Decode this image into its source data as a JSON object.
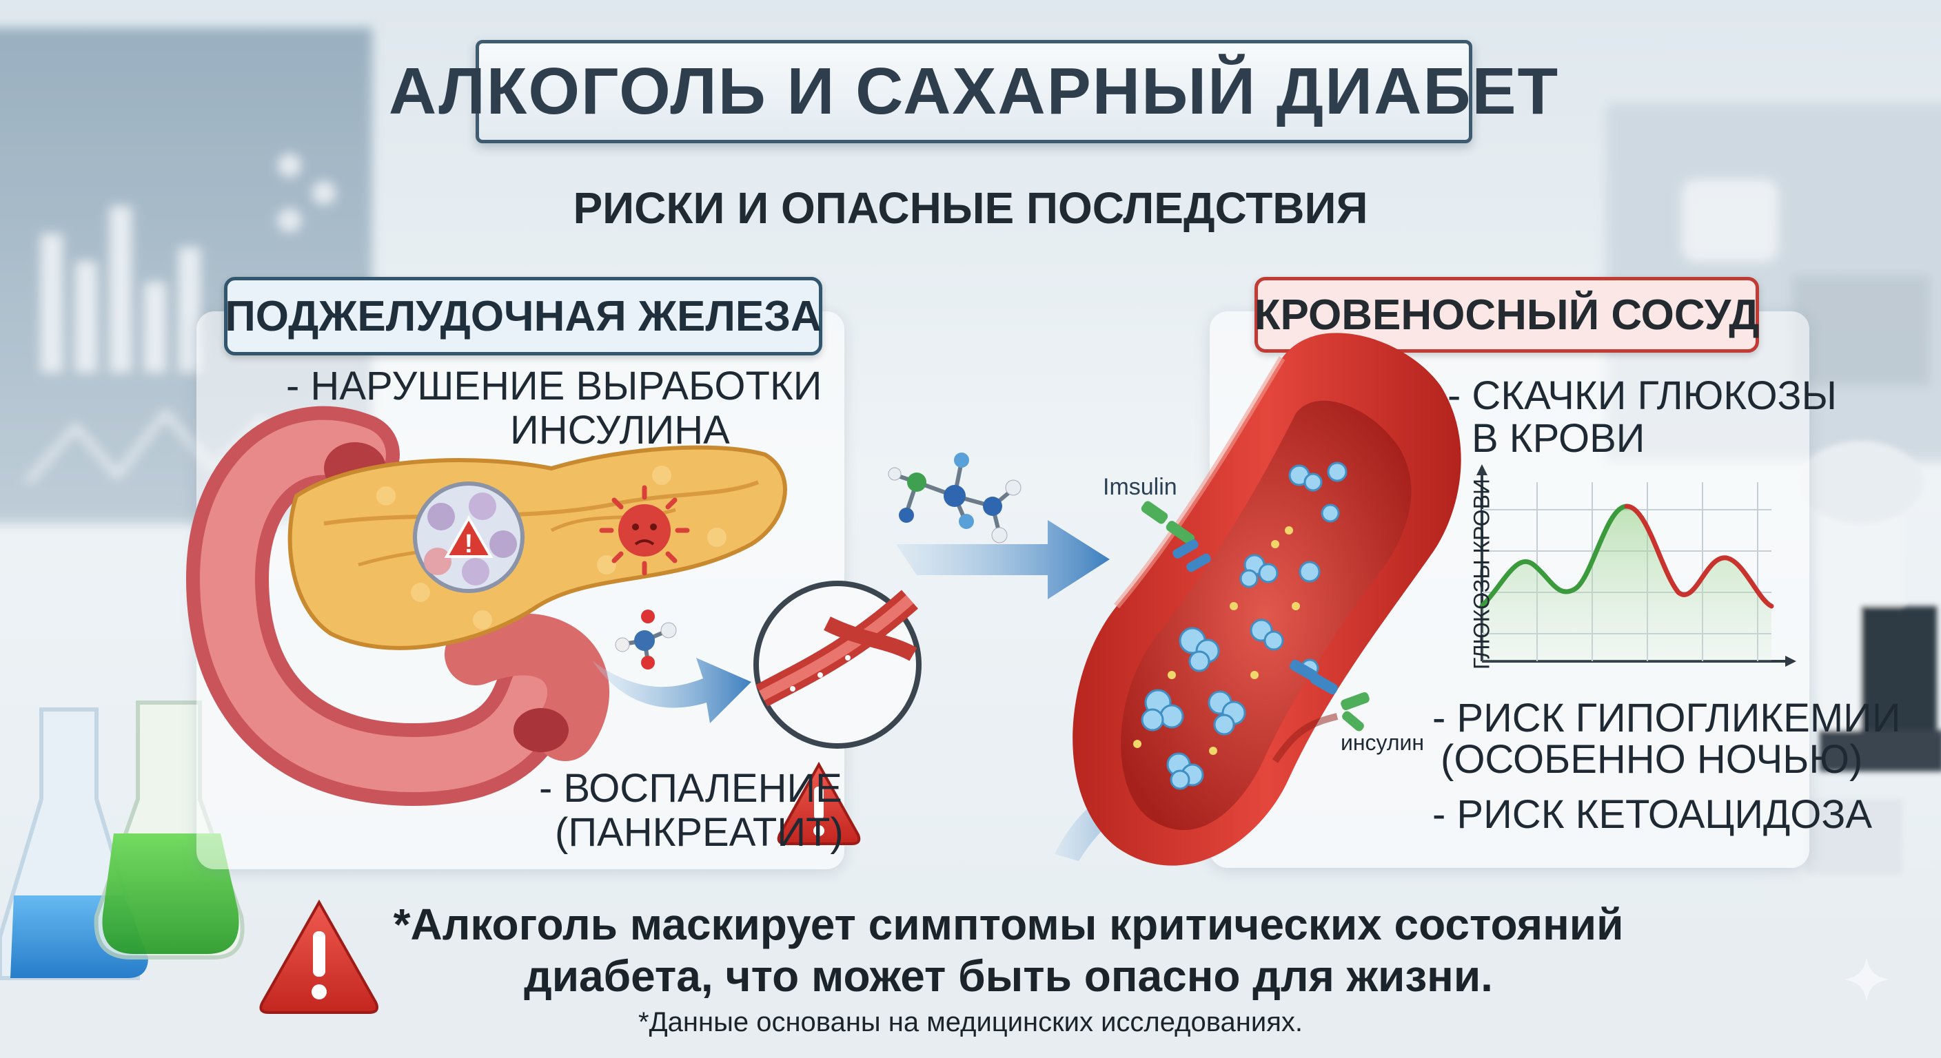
{
  "title": "АЛКОГОЛЬ И САХАРНЫЙ ДИАБЕТ",
  "subtitle": "РИСКИ И ОПАСНЫЕ ПОСЛЕДСТВИЯ",
  "pancreas": {
    "heading": "ПОДЖЕЛУДОЧНАЯ ЖЕЛЕЗА",
    "point1_line1": "- НАРУШЕНИЕ ВЫРАБОТКИ",
    "point1_line2": "ИНСУЛИНА",
    "point2_line1": "- ВОСПАЛЕНИЕ",
    "point2_line2": "(ПАНКРЕАТИТ)"
  },
  "vessel": {
    "heading": "КРОВЕНОСНЫЙ СОСУД",
    "point1_line1": "- СКАЧКИ ГЛЮКОЗЫ",
    "point1_line2": "В КРОВИ",
    "point2_line1": "- РИСК ГИПОГЛИКЕМИИ",
    "point2_line2": "(ОСОБЕННО НОЧЬЮ)",
    "point3": "- РИСК КЕТОАЦИДОЗА",
    "label_receptor_top": "Imsulin",
    "label_receptor_bottom": "инсулин",
    "graph_ylabel": "ГЛЮКОЗЫ КРОВИ"
  },
  "warning_line1": "*Алкоголь маскирует симптомы критических состояний",
  "warning_line2": "диабета, что может быть опасно для жизни.",
  "footnote": "*Данные основаны на медицинских исследованиях.",
  "icons": [
    "warning-icon",
    "molecule-icon",
    "sparkle-icon"
  ],
  "colors": {
    "accent_blue": "#33566f",
    "accent_red": "#c23a34",
    "warning_red": "#d93a32",
    "graph_line_green": "#3b9a3b",
    "graph_line_red": "#c9332d"
  }
}
